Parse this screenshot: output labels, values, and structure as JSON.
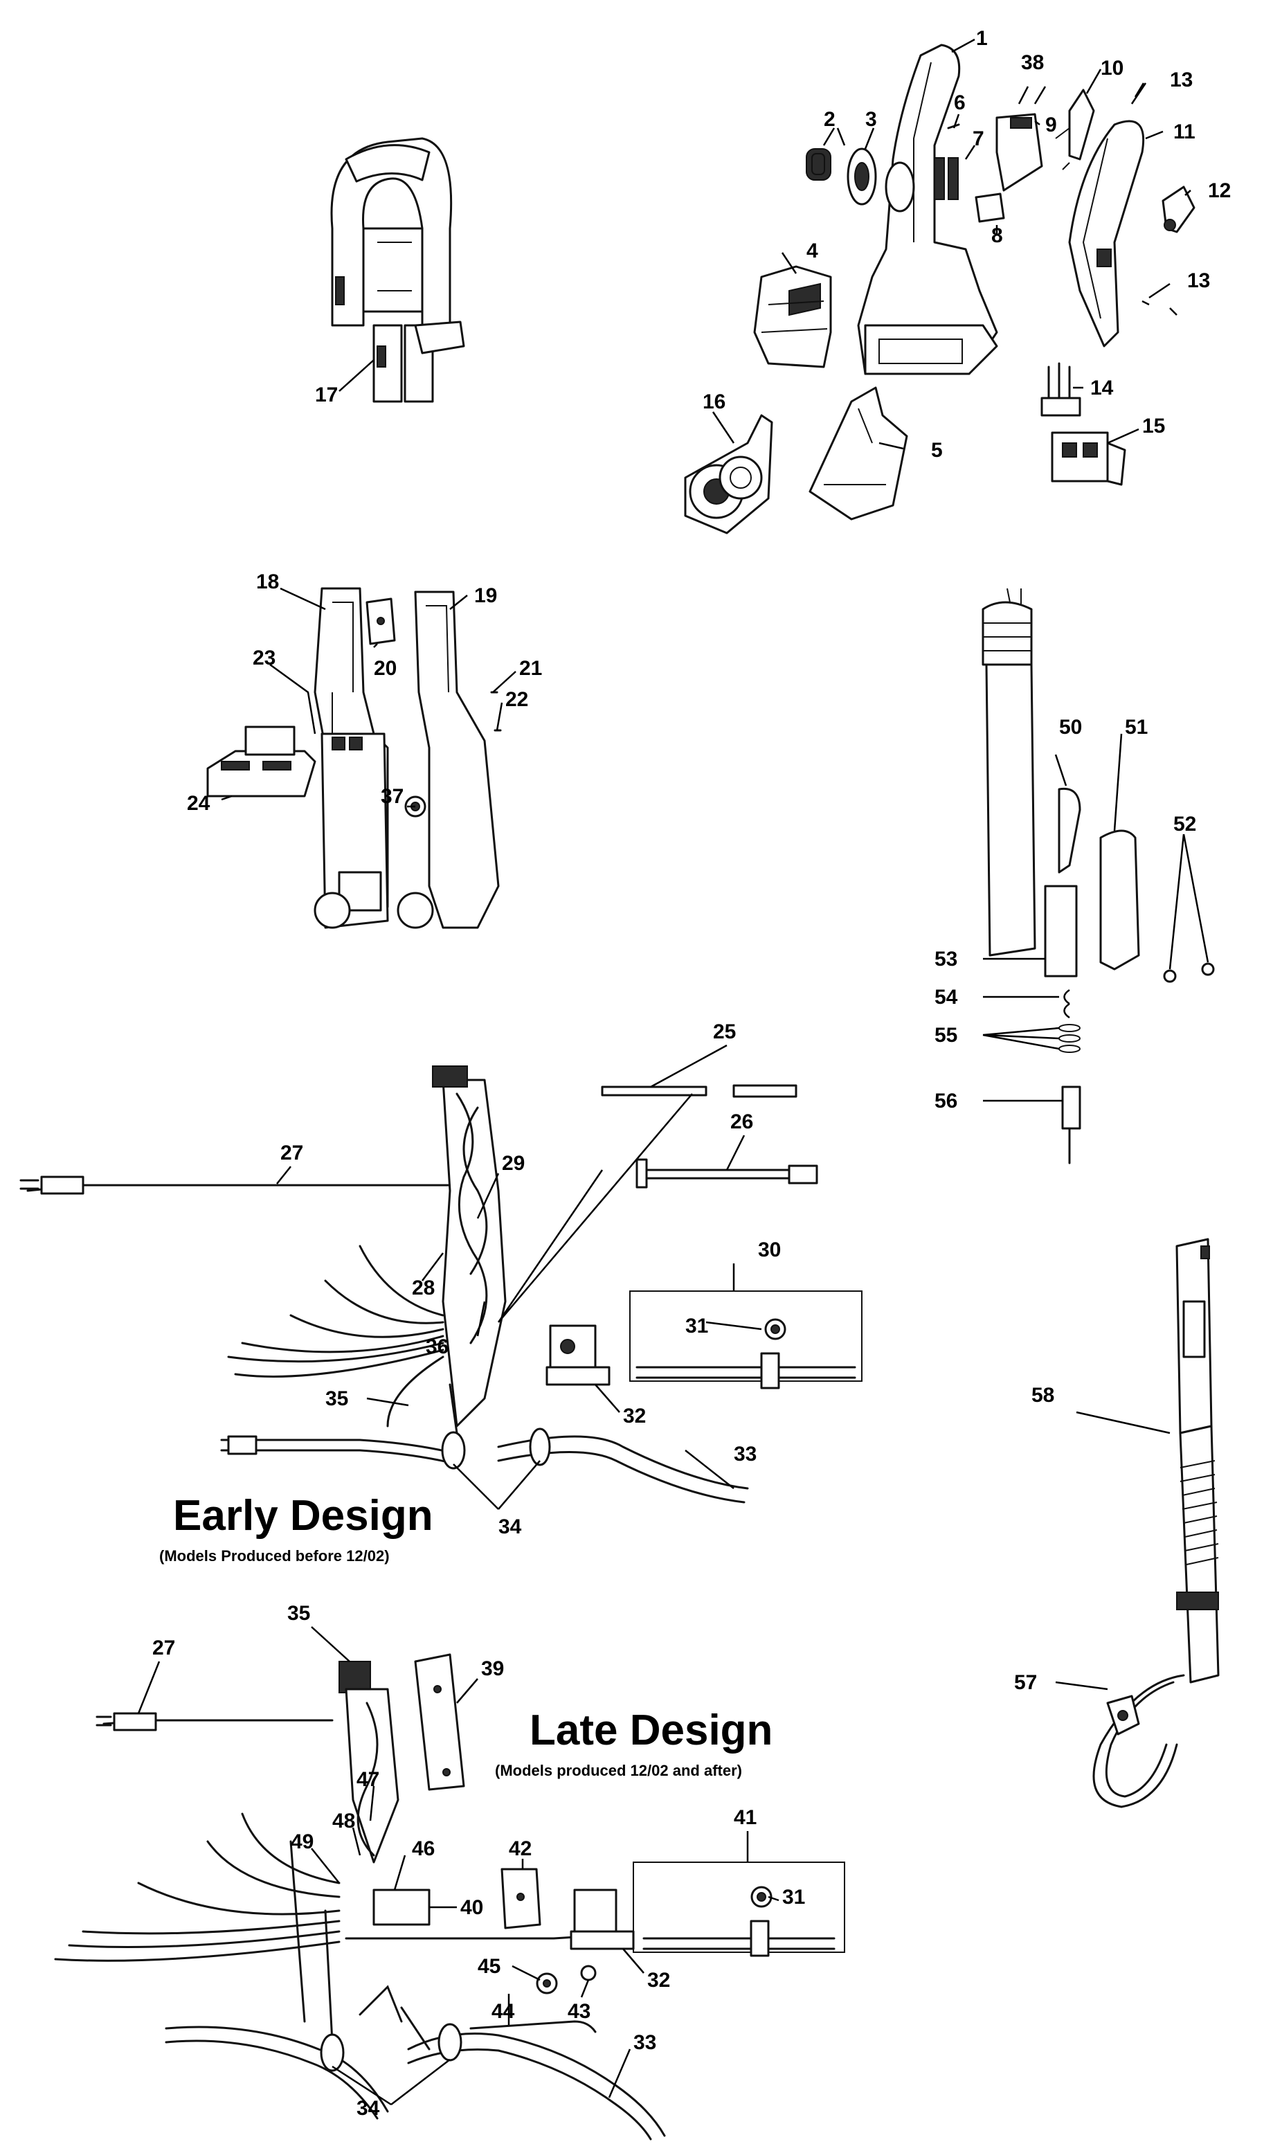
{
  "titles": {
    "early_design": "Early Design",
    "early_design_note": "(Models Produced before 12/02)",
    "late_design": "Late Design",
    "late_design_note": "(Models produced 12/02 and after)"
  },
  "callouts": {
    "c1": "1",
    "c2": "2",
    "c3": "3",
    "c4": "4",
    "c5": "5",
    "c6": "6",
    "c7": "7",
    "c8": "8",
    "c9": "9",
    "c10": "10",
    "c11": "11",
    "c12": "12",
    "c13a": "13",
    "c13b": "13",
    "c14": "14",
    "c15": "15",
    "c16": "16",
    "c17": "17",
    "c18": "18",
    "c19": "19",
    "c20": "20",
    "c21": "21",
    "c22": "22",
    "c23": "23",
    "c24": "24",
    "c37": "37",
    "c38": "38",
    "c25": "25",
    "c26": "26",
    "c27a": "27",
    "c28": "28",
    "c29": "29",
    "c30": "30",
    "c31a": "31",
    "c32a": "32",
    "c33a": "33",
    "c34a": "34",
    "c35a": "35",
    "c36": "36",
    "c50": "50",
    "c51": "51",
    "c52": "52",
    "c53": "53",
    "c54": "54",
    "c55": "55",
    "c56": "56",
    "c57": "57",
    "c58": "58",
    "c27b": "27",
    "c35b": "35",
    "c39": "39",
    "c40": "40",
    "c41": "41",
    "c42": "42",
    "c43": "43",
    "c44": "44",
    "c45": "45",
    "c46": "46",
    "c47": "47",
    "c48": "48",
    "c49": "49",
    "c31b": "31",
    "c32b": "32",
    "c33b": "33",
    "c34b": "34"
  }
}
